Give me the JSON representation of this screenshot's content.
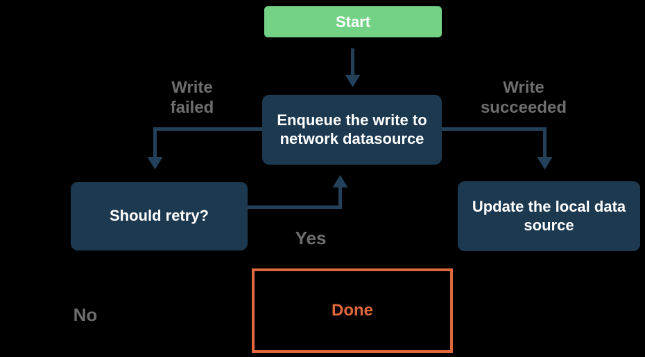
{
  "diagram": {
    "type": "flowchart",
    "nodes": {
      "start": {
        "label": "Start",
        "shape": "rounded-rect",
        "fill": "green"
      },
      "enqueue": {
        "label": "Enqueue the write to network datasource",
        "shape": "rounded-rect",
        "fill": "navy"
      },
      "should_retry": {
        "label": "Should retry?",
        "shape": "rounded-rect",
        "fill": "navy"
      },
      "update_local": {
        "label": "Update the local data source",
        "shape": "rounded-rect",
        "fill": "navy"
      },
      "done": {
        "label": "Done",
        "shape": "rect-outline",
        "fill": "none"
      }
    },
    "edges": [
      {
        "id": "start-to-enqueue",
        "from": "start",
        "to": "enqueue",
        "label": ""
      },
      {
        "id": "enqueue-to-should-retry",
        "from": "enqueue",
        "to": "should_retry",
        "label": "Write\nfailed"
      },
      {
        "id": "enqueue-to-update-local",
        "from": "enqueue",
        "to": "update_local",
        "label": "Write\nsucceeded"
      },
      {
        "id": "should-retry-to-enqueue",
        "from": "should_retry",
        "to": "enqueue",
        "label": "Yes"
      },
      {
        "id": "no-branch-label",
        "from": "should_retry",
        "to": "done",
        "label": "No"
      }
    ],
    "colors": {
      "background": "#000000",
      "start_fill": "#74d287",
      "node_fill": "#1d3950",
      "node_text": "#ffffff",
      "arrow": "#24415c",
      "label_text": "#6e6e6e",
      "done_accent": "#e0683c"
    }
  }
}
